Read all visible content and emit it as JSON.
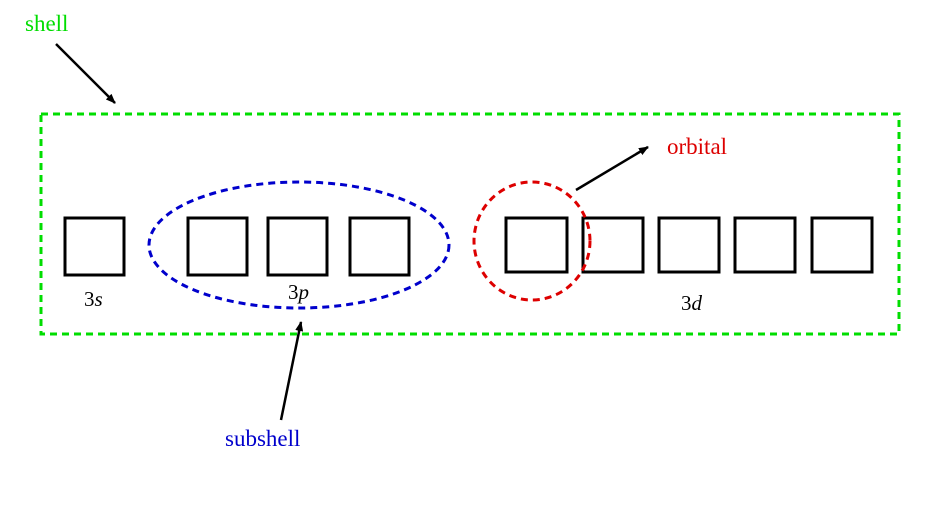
{
  "labels": {
    "shell": "shell",
    "subshell": "subshell",
    "orbital": "orbital",
    "s_num": "3",
    "s_letter": "s",
    "p_num": "3",
    "p_letter": "p",
    "d_num": "3",
    "d_letter": "d"
  },
  "colors": {
    "shell": "#00dd00",
    "subshell": "#0000cc",
    "orbital": "#dd0000",
    "box": "#000000",
    "arrow": "#000000"
  },
  "subshells": [
    {
      "name": "3s",
      "orbitals": 1
    },
    {
      "name": "3p",
      "orbitals": 3
    },
    {
      "name": "3d",
      "orbitals": 5
    }
  ]
}
